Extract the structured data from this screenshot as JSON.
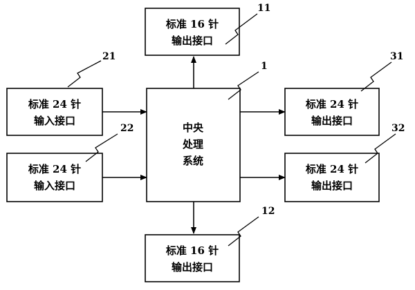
{
  "nodes": {
    "top_out": {
      "ref": "11",
      "line1": "标准 16 针",
      "line2": "输出接口"
    },
    "bottom_out": {
      "ref": "12",
      "line1": "标准 16 针",
      "line2": "输出接口"
    },
    "in_21": {
      "ref": "21",
      "line1": "标准 24 针",
      "line2": "输入接口"
    },
    "in_22": {
      "ref": "22",
      "line1": "标准 24 针",
      "line2": "输入接口"
    },
    "out_31": {
      "ref": "31",
      "line1": "标准 24 针",
      "line2": "输出接口"
    },
    "out_32": {
      "ref": "32",
      "line1": "标准 24 针",
      "line2": "输出接口"
    },
    "cpu": {
      "ref": "1",
      "line1": "中央",
      "line2": "处理",
      "line3": "系统"
    }
  },
  "edges": [
    {
      "from": "cpu",
      "to": "top_out"
    },
    {
      "from": "cpu",
      "to": "bottom_out"
    },
    {
      "from": "in_21",
      "to": "cpu"
    },
    {
      "from": "in_22",
      "to": "cpu"
    },
    {
      "from": "cpu",
      "to": "out_31"
    },
    {
      "from": "cpu",
      "to": "out_32"
    }
  ]
}
